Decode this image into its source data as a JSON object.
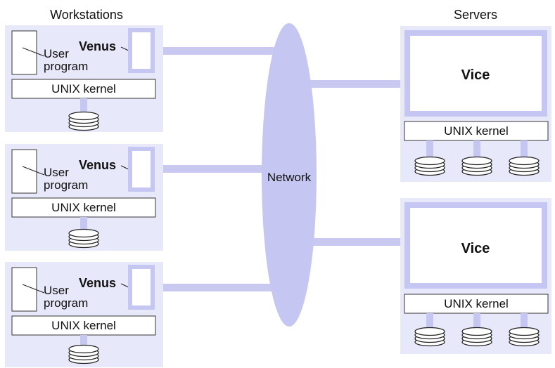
{
  "headers": {
    "workstations": "Workstations",
    "servers": "Servers"
  },
  "network_label": "Network",
  "workstations": [
    {
      "client": "Venus",
      "user_line1": "User",
      "user_line2": "program",
      "kernel": "UNIX kernel"
    },
    {
      "client": "Venus",
      "user_line1": "User",
      "user_line2": "program",
      "kernel": "UNIX kernel"
    },
    {
      "client": "Venus",
      "user_line1": "User",
      "user_line2": "program",
      "kernel": "UNIX kernel"
    }
  ],
  "servers": [
    {
      "service": "Vice",
      "kernel": "UNIX kernel"
    },
    {
      "service": "Vice",
      "kernel": "UNIX kernel"
    }
  ],
  "colors": {
    "panel": "#e8e8fb",
    "accent": "#c6c6f3",
    "link": "#c8c8f0",
    "border": "#333333"
  }
}
